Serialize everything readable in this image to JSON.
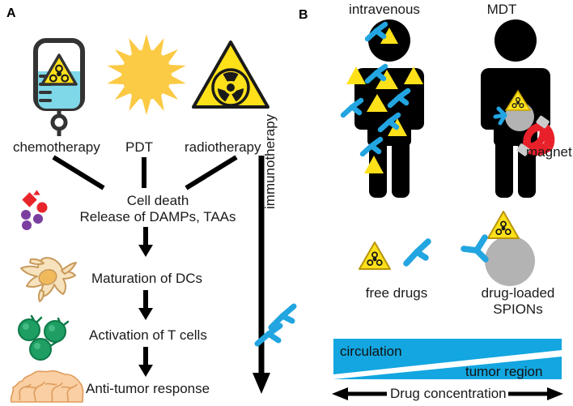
{
  "figure": {
    "panels": [
      {
        "id": "A",
        "label": "A"
      },
      {
        "id": "B",
        "label": "B"
      }
    ]
  },
  "panel_a": {
    "letter": "A",
    "modalities": [
      {
        "name": "chemotherapy",
        "icon": "iv-bag-biohazard-icon"
      },
      {
        "name": "PDT",
        "icon": "sun-icon"
      },
      {
        "name": "radiotherapy",
        "icon": "radiation-warning-icon"
      }
    ],
    "cascade": [
      {
        "line1": "Cell death",
        "line2": "Release of DAMPs, TAAs",
        "icon": "damp-particles-icon"
      },
      {
        "line1": "Maturation of DCs",
        "line2": "",
        "icon": "dendritic-cell-icon"
      },
      {
        "line1": "Activation of T cells",
        "line2": "",
        "icon": "t-cell-icon"
      },
      {
        "line1": "Anti-tumor response",
        "line2": "",
        "icon": "tumor-mass-icon"
      }
    ],
    "side_arrow_label": "immunotherapy"
  },
  "panel_b": {
    "letter": "B",
    "columns": [
      {
        "title": "intravenous",
        "figure": "human-figure-iv"
      },
      {
        "title": "MDT",
        "figure": "human-figure-mdt"
      }
    ],
    "magnet_label": "magnet",
    "legend": [
      {
        "label": "free drugs",
        "icons": [
          "biohazard-icon",
          "antibody-icon"
        ]
      },
      {
        "label": "drug-loaded\nSPIONs",
        "label_line1": "drug-loaded",
        "label_line2": "SPIONs",
        "icons": [
          "biohazard-icon",
          "antibody-icon",
          "spion-sphere-icon"
        ]
      }
    ],
    "gradient": {
      "top_label": "circulation",
      "bottom_label": "tumor region",
      "axis_label": "Drug concentration"
    }
  },
  "colors": {
    "antibody_blue": "#22A5E0",
    "gradient_blue": "#13A6E0",
    "warning_yellow": "#FFE11A",
    "sun_yellow": "#FBC943",
    "iv_fluid_cyan": "#7FD8E8",
    "spion_gray": "#B3B3B3",
    "magnet_red": "#E8202A",
    "dc_tan": "#F5D9A8",
    "tcell_green": "#1E9E63",
    "tumor_orange": "#F7C79A",
    "damp_red": "#E8252A",
    "damp_purple": "#7B3FA0",
    "outline_dark": "#333333",
    "text": "#1a1a1a"
  }
}
